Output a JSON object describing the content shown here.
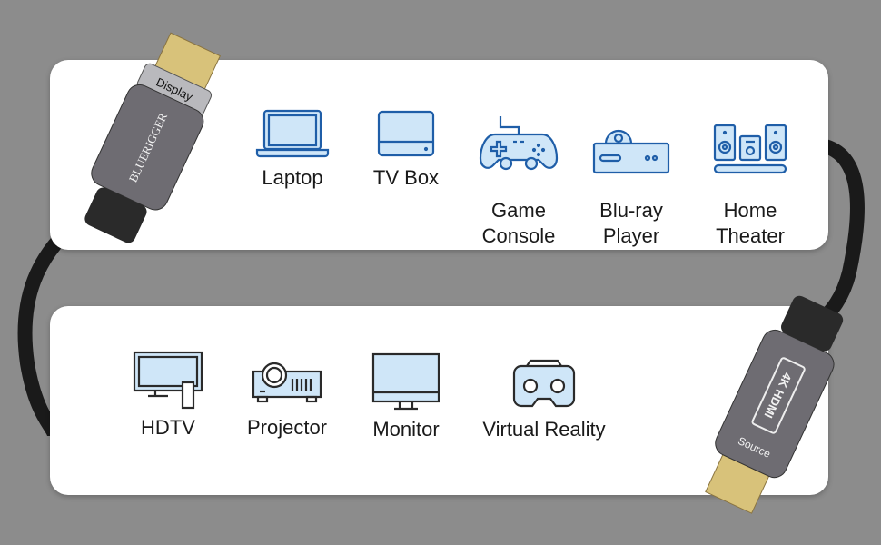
{
  "brand": {
    "name": "BLUERIGGER",
    "display_label": "Display",
    "source_label": "Source",
    "badge": "4K HDMI"
  },
  "colors": {
    "background": "#8c8c8c",
    "top_icon_stroke": "#1f5ea8",
    "bottom_icon_stroke": "#2a2a2a",
    "icon_fill": "#cfe6f8"
  },
  "top_devices": [
    {
      "label": "Laptop",
      "icon": "laptop-icon"
    },
    {
      "label": "TV Box",
      "icon": "tv-box-icon"
    },
    {
      "label": "Game\nConsole",
      "icon": "game-controller-icon"
    },
    {
      "label": "Blu-ray\nPlayer",
      "icon": "blu-ray-player-icon"
    },
    {
      "label": "Home\nTheater",
      "icon": "home-theater-icon"
    }
  ],
  "bottom_devices": [
    {
      "label": "HDTV",
      "icon": "hdtv-icon"
    },
    {
      "label": "Projector",
      "icon": "projector-icon"
    },
    {
      "label": "Monitor",
      "icon": "monitor-icon"
    },
    {
      "label": "Virtual Reality",
      "icon": "vr-headset-icon"
    }
  ]
}
